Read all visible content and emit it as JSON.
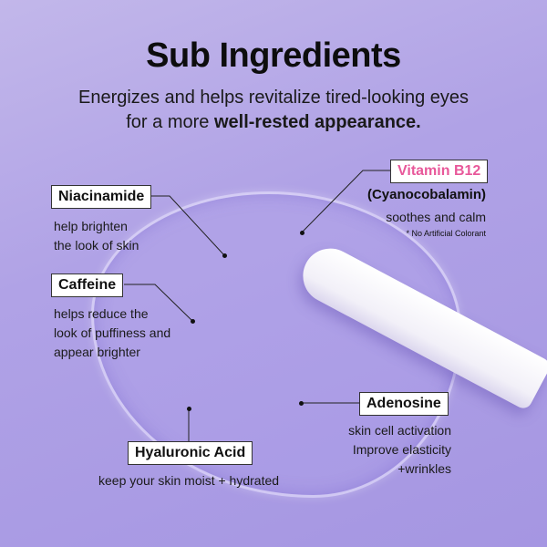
{
  "header": {
    "title": "Sub Ingredients",
    "subtitle_line1": "Energizes and helps revitalize tired-looking eyes",
    "subtitle_line2_regular": "for a more ",
    "subtitle_line2_bold": "well-rested appearance."
  },
  "ingredients": [
    {
      "name": "Niacinamide",
      "desc_lines": [
        "help brighten",
        "the look of skin"
      ]
    },
    {
      "name": "Caffeine",
      "desc_lines": [
        "helps reduce the",
        "look of puffiness and",
        "appear brighter"
      ]
    },
    {
      "name": "Vitamin B12",
      "sub_name": "(Cyanocobalamin)",
      "desc_lines": [
        "soothes and calm"
      ],
      "note": "* No Artificial Colorant",
      "accent_color": "#e8589a"
    },
    {
      "name": "Hyaluronic Acid",
      "desc_lines": [
        "keep your skin moist + hydrated"
      ]
    },
    {
      "name": "Adenosine",
      "desc_lines": [
        "skin cell activation",
        "Improve elasticity",
        "+wrinkles"
      ]
    }
  ],
  "colors": {
    "background": "#b0a2e6",
    "accent_pink": "#e8589a"
  }
}
